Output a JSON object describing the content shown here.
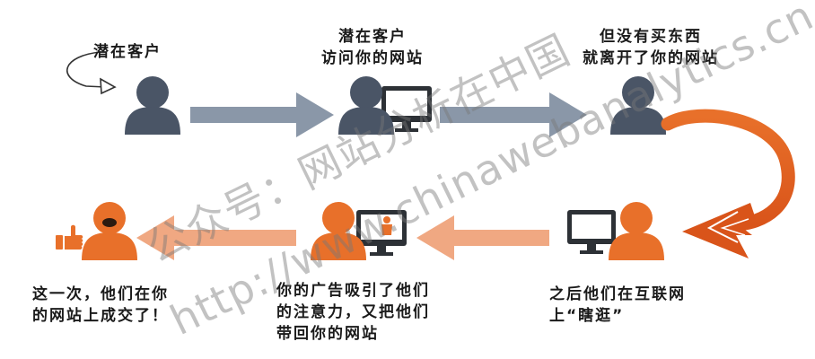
{
  "colors": {
    "visitor_dark": "#4a5566",
    "visitor_orange": "#e8702a",
    "arrow_gray": "#8a97a8",
    "arrow_orange_light": "#f0a882",
    "arrow_orange": "#e8702a",
    "monitor": "#2d3136"
  },
  "steps": [
    {
      "lines": [
        "潜在客户"
      ]
    },
    {
      "lines": [
        "潜在客户",
        "访问你的网站"
      ]
    },
    {
      "lines": [
        "但没有买东西",
        "就离开了你的网站"
      ]
    },
    {
      "lines": [
        "之后他们在互联网",
        "上“瞎逛”"
      ]
    },
    {
      "lines": [
        "你的广告吸引了他们",
        "的注意力，又把他们",
        "带回你的网站"
      ]
    },
    {
      "lines": [
        "这一次，他们在你",
        "的网站上成交了！"
      ]
    }
  ],
  "watermark": {
    "line1": "公众号：网站分析在中国",
    "line2": "http://www.chinawebanalytics.cn"
  }
}
